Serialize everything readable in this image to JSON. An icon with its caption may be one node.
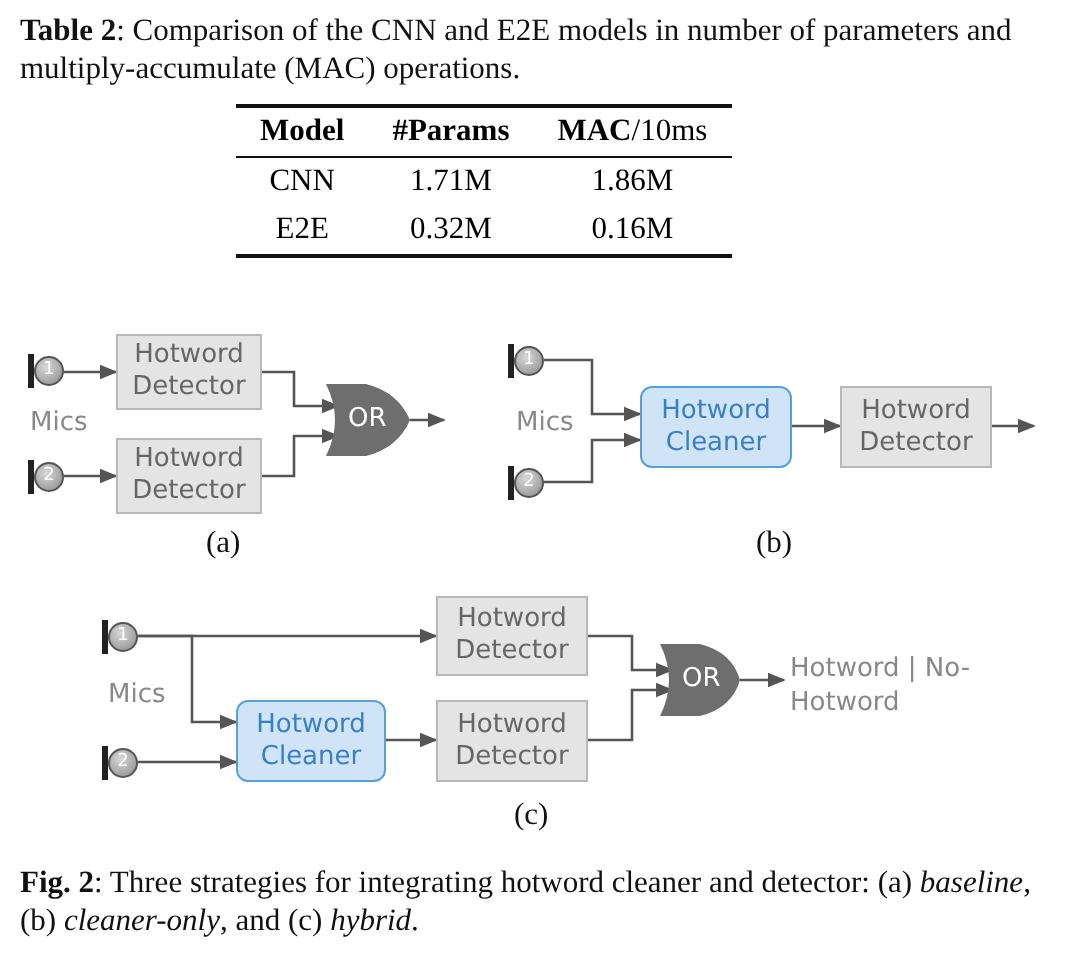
{
  "diagram": {
    "title": "**Table 2**: Comparison of the CNN and E2E models in number of parameters and multiply-accumulate (MAC) operations.",
    "caption": "**Fig. 2**: Three strategies for integrating hotword cleaner and detector: (a) *baseline*, (b) *cleaner-only*, and (c) *hybrid*.",
    "nodes": [
      {
        "text": [
          "1"
        ]
      },
      {
        "text": [
          "2"
        ]
      },
      {
        "text": [
          "Hotword Detector"
        ]
      },
      {
        "text": [
          "Hotword Detector"
        ]
      },
      {
        "text": [
          "OR"
        ]
      },
      {
        "text": [
          "1"
        ]
      },
      {
        "text": [
          "2"
        ]
      },
      {
        "text": [
          "Hotword Cleaner"
        ]
      },
      {
        "text": [
          "Hotword Detector"
        ]
      },
      {
        "text": [
          "1"
        ]
      },
      {
        "text": [
          "2"
        ]
      },
      {
        "text": [
          "Hotword Detector"
        ]
      },
      {
        "text": [
          "Hotword Cleaner"
        ]
      },
      {
        "text": [
          "Hotword Detector"
        ]
      },
      {
        "text": [
          "OR"
        ]
      },
      {
        "text": [
          "Hotword | No-Hotword"
        ]
      }
    ],
    "edges": [
      {
        "from": 0,
        "to": 2,
        "arrow": "to"
      },
      {
        "from": 1,
        "to": 3,
        "arrow": "to"
      },
      {
        "from": 2,
        "to": 4,
        "arrow": "to"
      },
      {
        "from": 3,
        "to": 4,
        "arrow": "to"
      },
      {
        "from": 4,
        "to": null,
        "arrow": "to"
      },
      {
        "from": 5,
        "to": 7,
        "arrow": "to"
      },
      {
        "from": 6,
        "to": 7,
        "arrow": "to"
      },
      {
        "from": 7,
        "to": 8,
        "arrow": "to"
      },
      {
        "from": 8,
        "to": null,
        "arrow": "to"
      },
      {
        "from": 9,
        "to": 11,
        "arrow": "to"
      },
      {
        "from": 9,
        "to": 12,
        "arrow": "to"
      },
      {
        "from": 10,
        "to": 12,
        "arrow": "to"
      },
      {
        "from": 12,
        "to": 13,
        "arrow": "to"
      },
      {
        "from": 11,
        "to": 14,
        "arrow": "to"
      },
      {
        "from": 13,
        "to": 14,
        "arrow": "to"
      },
      {
        "from": 14,
        "to": 15,
        "arrow": "to"
      }
    ],
    "labels": [
      "Model",
      "#Params",
      "**MAC**/10ms",
      "CNN",
      "1.71M",
      "1.86M",
      "E2E",
      "0.32M",
      "0.16M",
      "Mics",
      "Mics",
      "(a)",
      "(b)",
      "Mics",
      "(c)"
    ]
  }
}
